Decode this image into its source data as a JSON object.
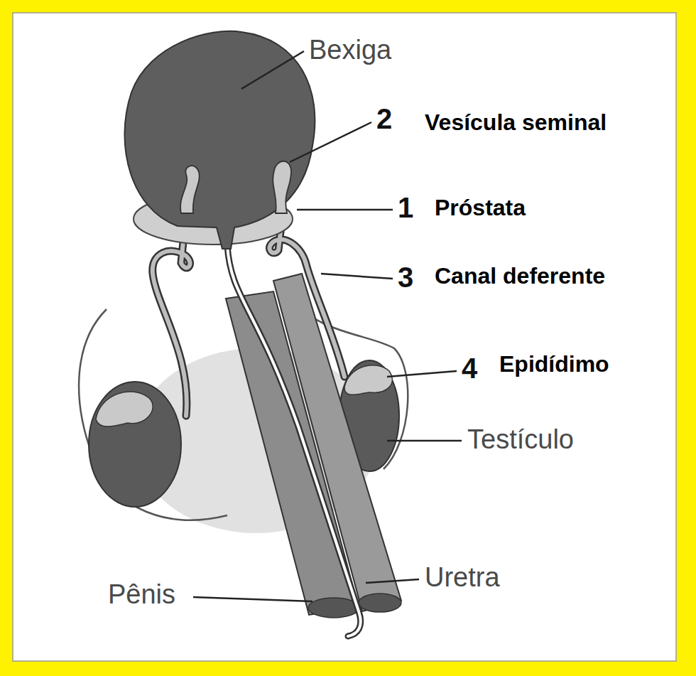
{
  "diagram": {
    "labels": [
      "Bexiga",
      "2",
      "Vesícula seminal",
      "1",
      "Próstata",
      "3",
      "Canal deferente",
      "4",
      "Epidídimo",
      "Testículo",
      "Pênis",
      "Uretra"
    ]
  }
}
